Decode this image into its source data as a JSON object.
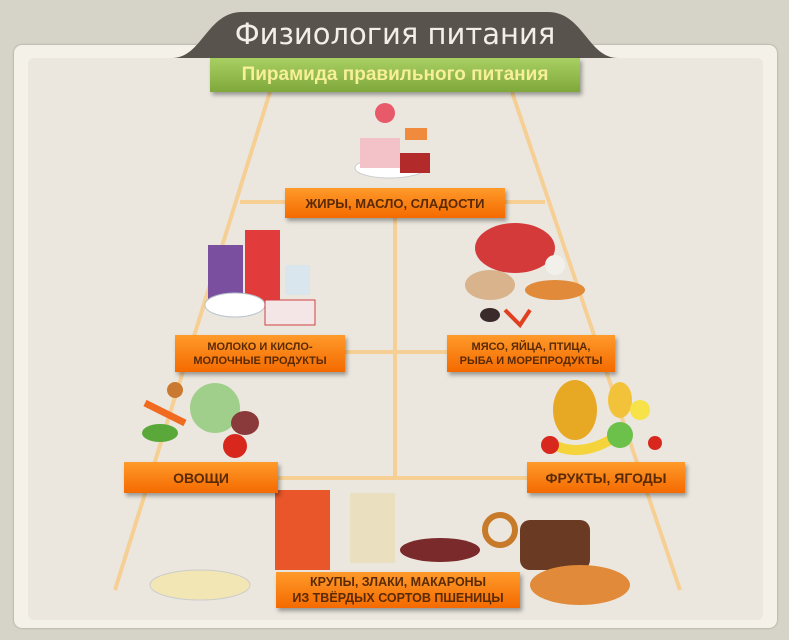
{
  "header": {
    "title": "Физиология питания",
    "subtitle": "Пирамида правильного питания"
  },
  "pyramid": {
    "fats": "ЖИРЫ, МАСЛО, СЛАДОСТИ",
    "dairy": [
      "МОЛОКО И КИСЛО-",
      "МОЛОЧНЫЕ ПРОДУКТЫ"
    ],
    "meat": [
      "МЯСО, ЯЙЦА, ПТИЦА,",
      "РЫБА И МОРЕПРОДУКТЫ"
    ],
    "vegetables": "ОВОЩИ",
    "fruits": "ФРУКТЫ, ЯГОДЫ",
    "grains": [
      "КРУПЫ, ЗЛАКИ, МАКАРОНЫ",
      "ИЗ ТВЁРДЫХ СОРТОВ ПШЕНИЦЫ"
    ]
  },
  "colors": {
    "label": "#f47a0c",
    "line": "#f5cf94",
    "tab": "#58534c",
    "subtitle": "#8fb84a"
  }
}
